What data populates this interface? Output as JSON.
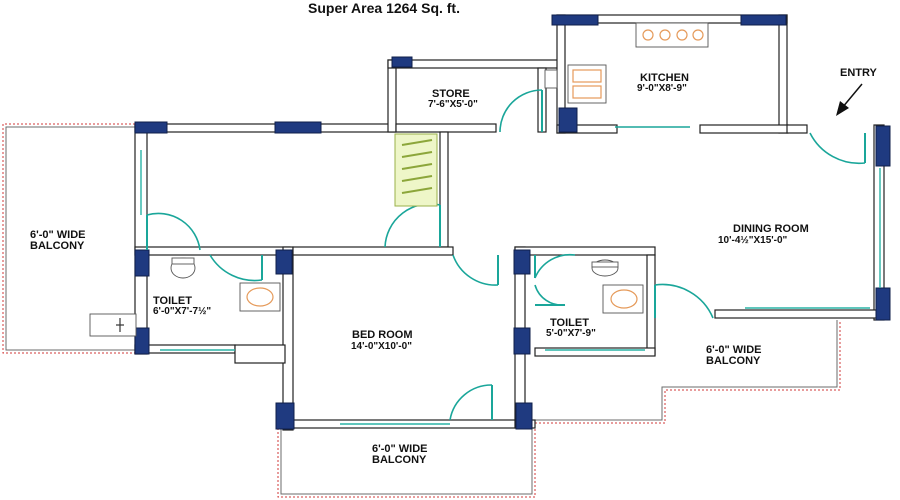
{
  "title": "Super Area 1264 Sq. ft.",
  "entry_label": "ENTRY",
  "rooms": {
    "store": {
      "name": "STORE",
      "dim": "7'-6\"X5'-0\""
    },
    "kitchen": {
      "name": "KITCHEN",
      "dim": "9'-0\"X8'-9\""
    },
    "dining": {
      "name": "DINING ROOM",
      "dim": "10'-4½\"X15'-0\""
    },
    "balcony_left": {
      "name": "6'-0\" WIDE",
      "name2": "BALCONY"
    },
    "toilet_left": {
      "name": "TOILET",
      "dim": "6'-0\"X7'-7½\""
    },
    "bedroom": {
      "name": "BED ROOM",
      "dim": "14'-0\"X10'-0\""
    },
    "toilet_right": {
      "name": "TOILET",
      "dim": "5'-0\"X7'-9\""
    },
    "balcony_right": {
      "name": "6'-0\" WIDE",
      "name2": "BALCONY"
    },
    "balcony_bottom": {
      "name": "6'-0\" WIDE",
      "name2": "BALCONY"
    }
  },
  "colors": {
    "window": "#1f3a80",
    "door": "#1aa69a",
    "railing": "#d23a3a",
    "fixture": "#e59a5a"
  }
}
